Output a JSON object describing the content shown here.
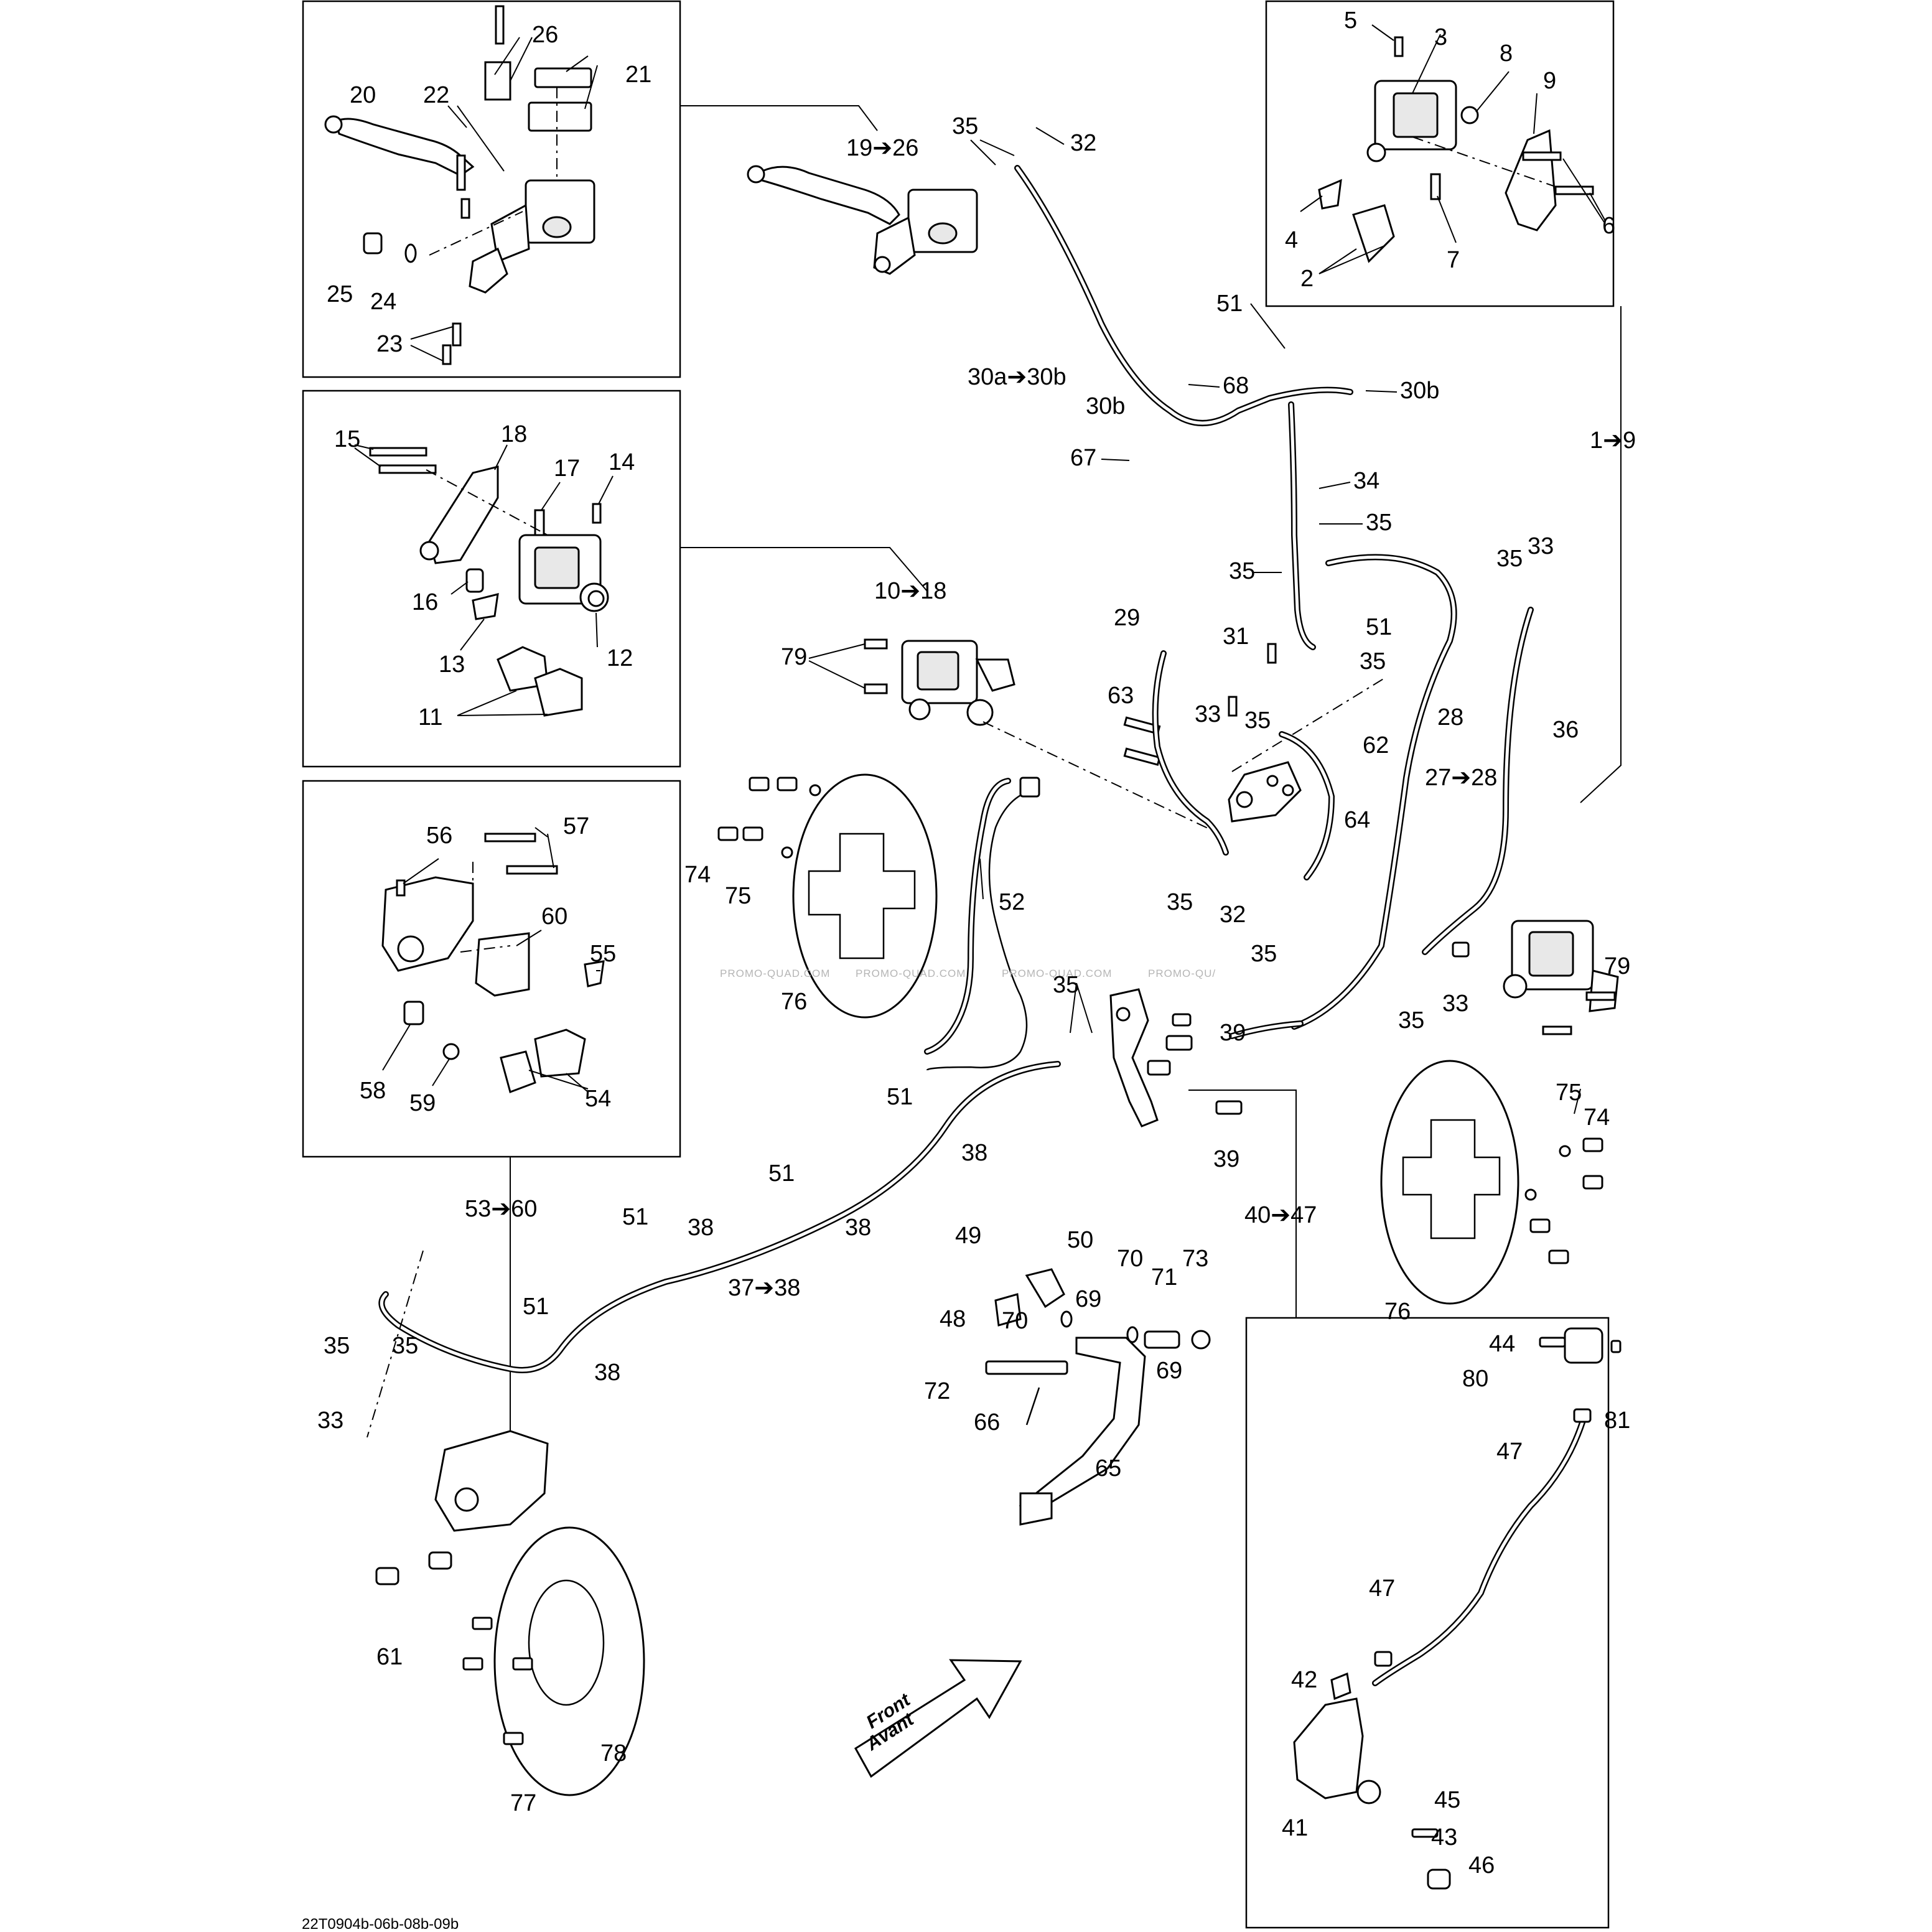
{
  "document_code": "22T0904b-06b-08b-09b",
  "watermark": "PROMO-QUAD.COM",
  "watermark_partial": "PROMO-QU/",
  "front_arrow": {
    "line1": "Front",
    "line2": "Avant"
  },
  "labels": {
    "n20": "20",
    "n22": "22",
    "n26": "26",
    "n21": "21",
    "n25": "25",
    "n24": "24",
    "n23": "23",
    "r19_26": "19➔26",
    "n35a": "35",
    "n32a": "32",
    "n5": "5",
    "n3": "3",
    "n8": "8",
    "n9": "9",
    "n4": "4",
    "n2": "2",
    "n7": "7",
    "n6": "6",
    "n51a": "51",
    "n30b_a": "30b",
    "r30a_30b": "30a➔30b",
    "n30b_b": "30b",
    "n68": "68",
    "n67": "67",
    "r1_9": "1➔9",
    "n34": "34",
    "n35b": "35",
    "n35c": "35",
    "n35d": "35",
    "n33a": "33",
    "n35e": "35",
    "n15": "15",
    "n18": "18",
    "n17": "17",
    "n14": "14",
    "n16": "16",
    "n12": "12",
    "n13": "13",
    "n11": "11",
    "r10_18": "10➔18",
    "n79a": "79",
    "n29": "29",
    "n31": "31",
    "n51b": "51",
    "n28": "28",
    "n36": "36",
    "n63": "63",
    "n33b": "33",
    "n35f": "35",
    "n62": "62",
    "r27_28": "27➔28",
    "n64": "64",
    "n35g": "35",
    "n32b": "32",
    "n35h": "35",
    "n56": "56",
    "n57": "57",
    "n60": "60",
    "n55": "55",
    "n58": "58",
    "n59": "59",
    "n54": "54",
    "n74a": "74",
    "n75a": "75",
    "n52": "52",
    "n76a": "76",
    "n79b": "79",
    "n35i": "35",
    "n33c": "33",
    "n35j": "35",
    "n39a": "39",
    "n39b": "39",
    "n51c": "51",
    "n38a": "38",
    "n75b": "75",
    "n74b": "74",
    "n76b": "76",
    "r53_60": "53➔60",
    "n51d": "51",
    "n38b": "38",
    "n51e": "51",
    "n38c": "38",
    "r37_38": "37➔38",
    "r40_47": "40➔47",
    "n49": "49",
    "n50": "50",
    "n70a": "70",
    "n71": "71",
    "n73": "73",
    "n69a": "69",
    "n48": "48",
    "n70b": "70",
    "n69b": "69",
    "n72": "72",
    "n66": "66",
    "n65": "65",
    "n35k": "35",
    "n35l": "35",
    "n51f": "51",
    "n38d": "38",
    "n33d": "33",
    "n44": "44",
    "n80": "80",
    "n81": "81",
    "n47a": "47",
    "n47b": "47",
    "n42": "42",
    "n45": "45",
    "n41": "41",
    "n43": "43",
    "n46": "46",
    "n61": "61",
    "n77": "77",
    "n78": "78"
  }
}
